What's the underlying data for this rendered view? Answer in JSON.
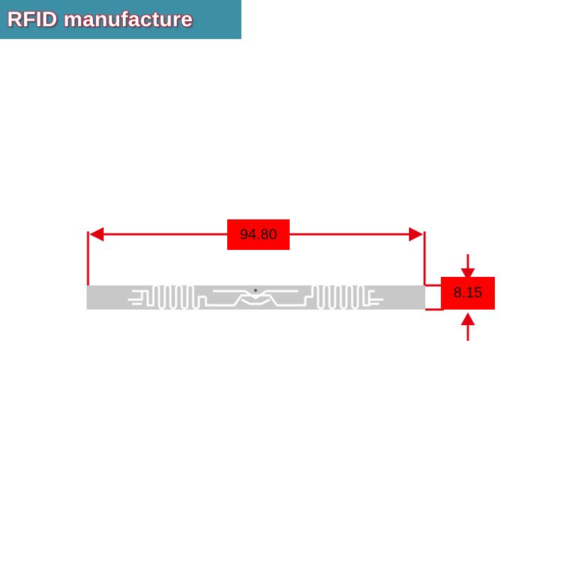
{
  "banner": {
    "text": "RFID manufacture",
    "background": "#3d8fa6",
    "text_color": "#ffffff",
    "outline_color": "#b0283a"
  },
  "dimensions": {
    "length_label": "94.80",
    "width_label": "8.15"
  },
  "colors": {
    "annotation": "#e0000f",
    "label_box": "#ff0000",
    "tag_inlay": "#c8c8c8",
    "background": "#ffffff"
  },
  "icons": {
    "tag": "rfid-inlay-antenna"
  }
}
